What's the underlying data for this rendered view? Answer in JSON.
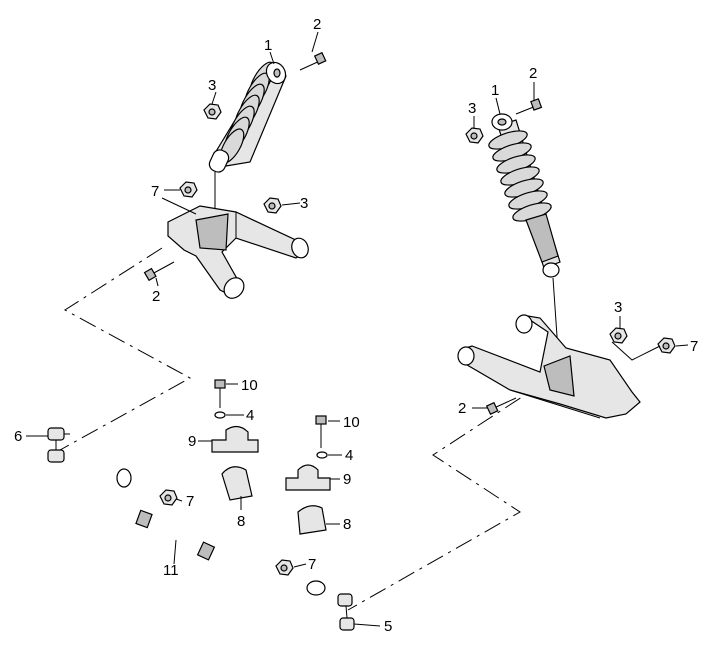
{
  "diagram": {
    "callouts": {
      "c1_left": "1",
      "c2_left_top": "2",
      "c3_left_top": "3",
      "c7_left_top": "7",
      "c3_left_arm": "3",
      "c2_left_arm": "2",
      "c1_right": "1",
      "c2_right_top": "2",
      "c3_right_top": "3",
      "c3_right_arm": "3",
      "c7_right_arm": "7",
      "c2_right_arm": "2",
      "c10_a": "10",
      "c4_a": "4",
      "c9_a": "9",
      "c8_a": "8",
      "c10_b": "10",
      "c4_b": "4",
      "c9_b": "9",
      "c8_b": "8",
      "c6": "6",
      "c7_bar_left": "7",
      "c11": "11",
      "c7_bar_right": "7",
      "c5": "5"
    }
  }
}
